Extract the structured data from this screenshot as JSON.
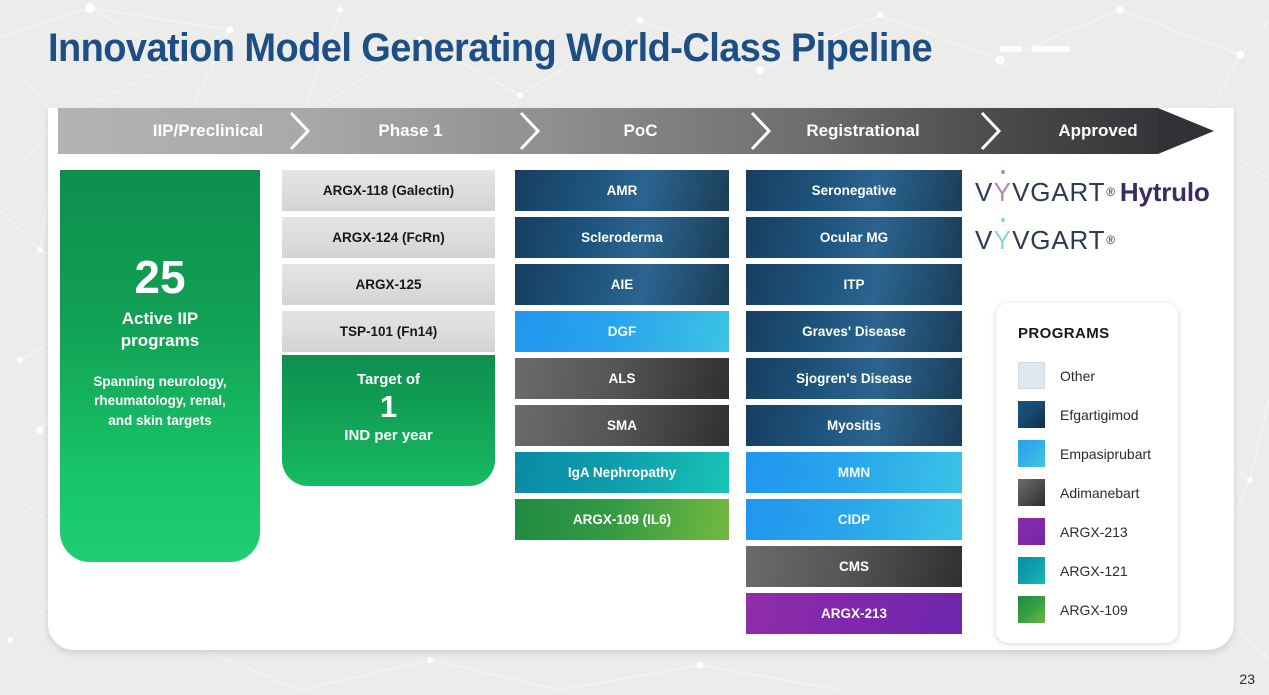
{
  "page_title": "Innovation Model Generating World-Class Pipeline",
  "page_number": "23",
  "phases": [
    {
      "label": "IIP/Preclinical"
    },
    {
      "label": "Phase 1"
    },
    {
      "label": "PoC"
    },
    {
      "label": "Registrational"
    },
    {
      "label": "Approved"
    }
  ],
  "preclinical": {
    "count": "25",
    "headline_line1": "Active IIP",
    "headline_line2": "programs",
    "detail_line1": "Spanning neurology,",
    "detail_line2": "rheumatology, renal,",
    "detail_line3": "and skin targets"
  },
  "phase1": {
    "programs": [
      {
        "label": "ARGX-118 (Galectin)",
        "color_key": "other"
      },
      {
        "label": "ARGX-124 (FcRn)",
        "color_key": "other"
      },
      {
        "label": "ARGX-125",
        "color_key": "other"
      },
      {
        "label": "TSP-101 (Fn14)",
        "color_key": "other"
      }
    ],
    "target": {
      "top": "Target of",
      "number": "1",
      "bottom": "IND per year"
    }
  },
  "poc": {
    "programs": [
      {
        "label": "AMR",
        "color_key": "efgartigimod"
      },
      {
        "label": "Scleroderma",
        "color_key": "efgartigimod"
      },
      {
        "label": "AIE",
        "color_key": "efgartigimod"
      },
      {
        "label": "DGF",
        "color_key": "empasiprubart"
      },
      {
        "label": "ALS",
        "color_key": "adimanebart"
      },
      {
        "label": "SMA",
        "color_key": "adimanebart"
      },
      {
        "label": "IgA Nephropathy",
        "color_key": "argx121"
      },
      {
        "label": "ARGX-109 (IL6)",
        "color_key": "argx109"
      }
    ]
  },
  "registrational": {
    "programs": [
      {
        "label": "Seronegative",
        "color_key": "efgartigimod"
      },
      {
        "label": "Ocular MG",
        "color_key": "efgartigimod"
      },
      {
        "label": "ITP",
        "color_key": "efgartigimod"
      },
      {
        "label": "Graves' Disease",
        "color_key": "efgartigimod"
      },
      {
        "label": "Sjogren's Disease",
        "color_key": "efgartigimod"
      },
      {
        "label": "Myositis",
        "color_key": "efgartigimod"
      },
      {
        "label": "MMN",
        "color_key": "empasiprubart"
      },
      {
        "label": "CIDP",
        "color_key": "empasiprubart"
      },
      {
        "label": "CMS",
        "color_key": "adimanebart"
      },
      {
        "label": "ARGX-213",
        "color_key": "argx213"
      }
    ]
  },
  "approved": {
    "products": [
      {
        "brand": "VYVGART",
        "trademark": "®",
        "suffix": "Hytrulo"
      },
      {
        "brand": "VYVGART",
        "trademark": "®",
        "suffix": ""
      }
    ]
  },
  "legend": {
    "title": "PROGRAMS",
    "items": [
      {
        "label": "Other",
        "color": "#dde9ec",
        "class": "sw-other"
      },
      {
        "label": "Efgartigimod",
        "color": "#164b72",
        "class": "sw-efgartigimod"
      },
      {
        "label": "Empasiprubart",
        "color": "#34b0e9",
        "class": "sw-empasiprubart"
      },
      {
        "label": "Adimanebart",
        "color": "#4e4e4e",
        "class": "sw-adimanebart"
      },
      {
        "label": "ARGX-213",
        "color": "#7f28ab",
        "class": "sw-argx213"
      },
      {
        "label": "ARGX-121",
        "color": "#0f9fae",
        "class": "sw-argx121"
      },
      {
        "label": "ARGX-109",
        "color": "#369e44",
        "class": "sw-argx109"
      }
    ]
  },
  "colors": {
    "title": "#1d4e84",
    "background": "#ececeb",
    "card": "#ffffff",
    "green_block": "#12a155"
  }
}
